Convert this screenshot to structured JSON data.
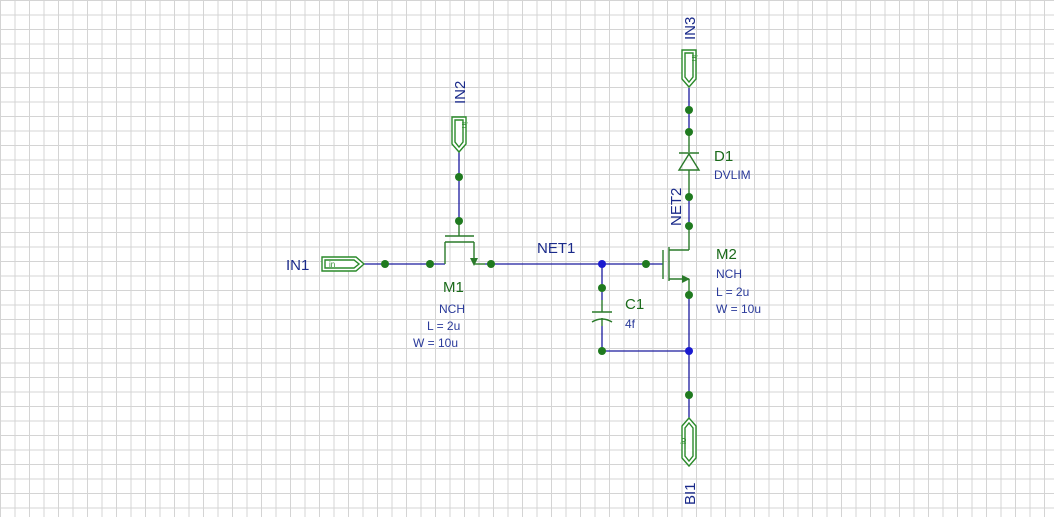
{
  "ports": {
    "in1": {
      "name": "IN1",
      "tag": "in"
    },
    "in2": {
      "name": "IN2",
      "tag": "in"
    },
    "in3": {
      "name": "IN3",
      "tag": "in"
    },
    "bi1": {
      "name": "BI1",
      "tag": "io"
    }
  },
  "nets": {
    "net1": "NET1",
    "net2": "NET2"
  },
  "components": {
    "m1": {
      "ref": "M1",
      "model": "NCH",
      "l": "L = 2u",
      "w": "W = 10u"
    },
    "m2": {
      "ref": "M2",
      "model": "NCH",
      "l": "L = 2u",
      "w": "W = 10u"
    },
    "c1": {
      "ref": "C1",
      "value": "4f"
    },
    "d1": {
      "ref": "D1",
      "model": "DVLIM"
    }
  },
  "colors": {
    "wire": "#1a1a9e",
    "device": "#2a7a2a",
    "grid": "#d4d4d4",
    "junction_blue": "#1a1ad0",
    "pin_green": "#1f7a1f"
  }
}
